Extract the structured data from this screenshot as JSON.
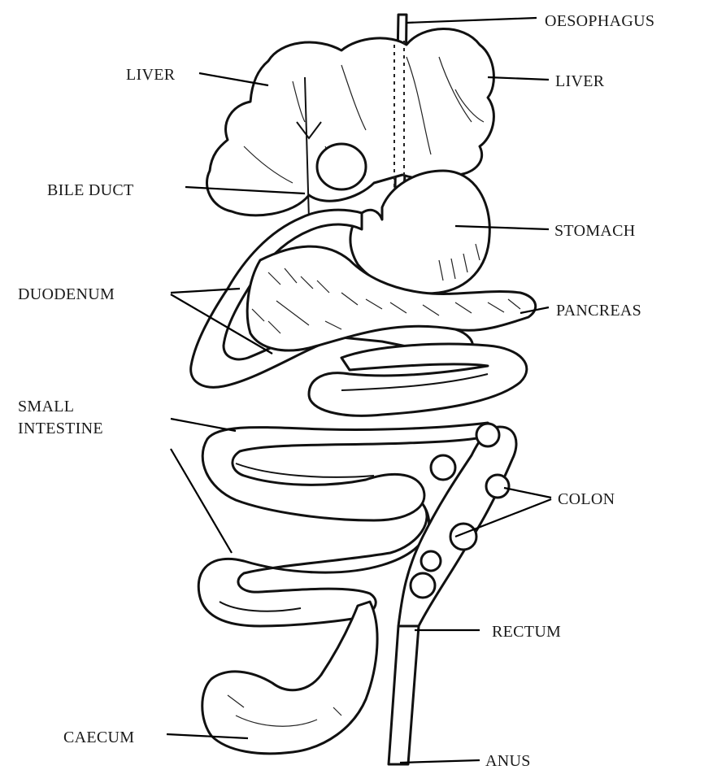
{
  "labels": {
    "oesophagus": "OESOPHAGUS",
    "liver_left": "LIVER",
    "liver_right": "LIVER",
    "bile_duct": "BILE DUCT",
    "stomach": "STOMACH",
    "duodenum": "DUODENUM",
    "pancreas": "PANCREAS",
    "small_intestine": "SMALL\nINTESTINE",
    "colon": "COLON",
    "rectum": "RECTUM",
    "caecum": "CAECUM",
    "anus": "ANUS"
  },
  "colors": {
    "line": "#111111",
    "background": "#ffffff"
  }
}
